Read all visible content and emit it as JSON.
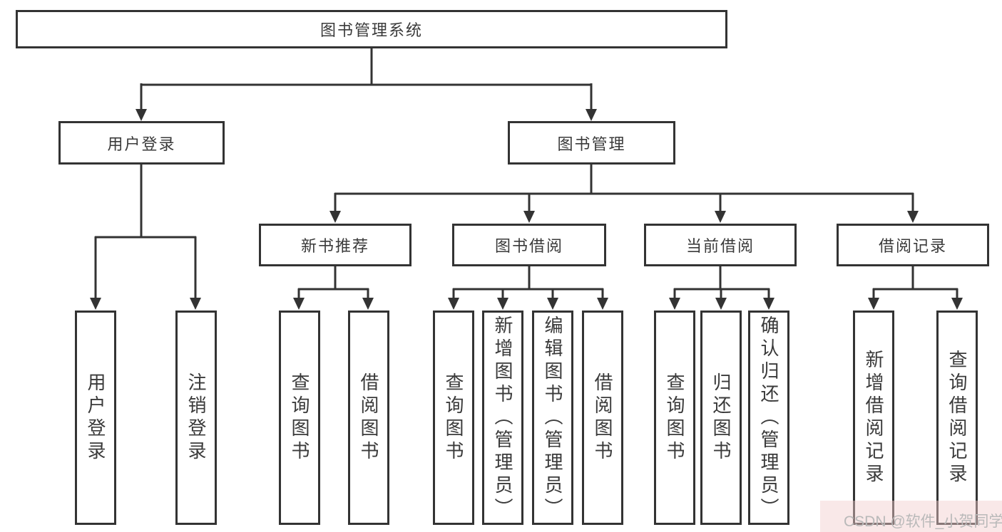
{
  "diagram": {
    "root": {
      "label": "图书管理系统"
    },
    "branches": [
      {
        "label": "用户登录",
        "children": [
          {
            "label": "用户登录"
          },
          {
            "label": "注销登录"
          }
        ]
      },
      {
        "label": "图书管理",
        "children": [
          {
            "label": "新书推荐",
            "children": [
              {
                "label": "查询图书"
              },
              {
                "label": "借阅图书"
              }
            ]
          },
          {
            "label": "图书借阅",
            "children": [
              {
                "label": "查询图书"
              },
              {
                "label": "新增图书（管理员）"
              },
              {
                "label": "编辑图书（管理员）"
              },
              {
                "label": "借阅图书"
              }
            ]
          },
          {
            "label": "当前借阅",
            "children": [
              {
                "label": "查询图书"
              },
              {
                "label": "归还图书"
              },
              {
                "label": "确认归还（管理员）"
              }
            ]
          },
          {
            "label": "借阅记录",
            "children": [
              {
                "label": "新增借阅记录"
              },
              {
                "label": "查询借阅记录"
              }
            ]
          }
        ]
      }
    ]
  },
  "watermark": {
    "text": "CSDN @软件_小贺同学"
  },
  "colors": {
    "line": "#333333",
    "text": "#3a3a3a",
    "watermark": "#b9b9b9",
    "background": "#ffffff",
    "corner_tint": "#f2cdcd"
  }
}
